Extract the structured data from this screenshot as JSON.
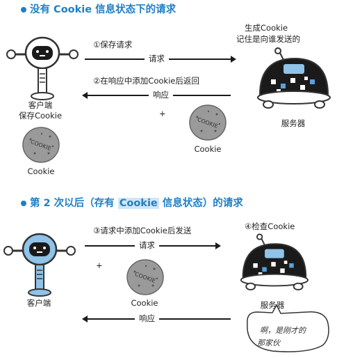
{
  "section1": {
    "heading": "没有 Cookie 信息状态下的请求",
    "step1": "①保存请求",
    "request": "请求",
    "step2": "②在响应中添加Cookie后返回",
    "response": "响应",
    "plus": "+",
    "server_note_line1": "生成Cookie",
    "server_note_line2": "记住是向谁发送的",
    "client_line1": "客户端",
    "client_line2": "保存Cookie",
    "client_cookie_label": "Cookie",
    "server_cookie_label": "Cookie",
    "server_label": "服务器",
    "cookie_text": "COOKIE"
  },
  "section2": {
    "heading_prefix": "第 2 次以后（存有 ",
    "heading_highlight": "Cookie",
    "heading_suffix": " 信息状态）的请求",
    "step3": "③请求中添加Cookie后发送",
    "request": "请求",
    "step4": "④检查Cookie",
    "plus": "+",
    "cookie_label": "Cookie",
    "response": "响应",
    "client_label": "客户端",
    "server_label": "服务器",
    "bubble_line1": "啊，是刚才的",
    "bubble_line2": "那家伙",
    "cookie_text": "COOKIE"
  }
}
